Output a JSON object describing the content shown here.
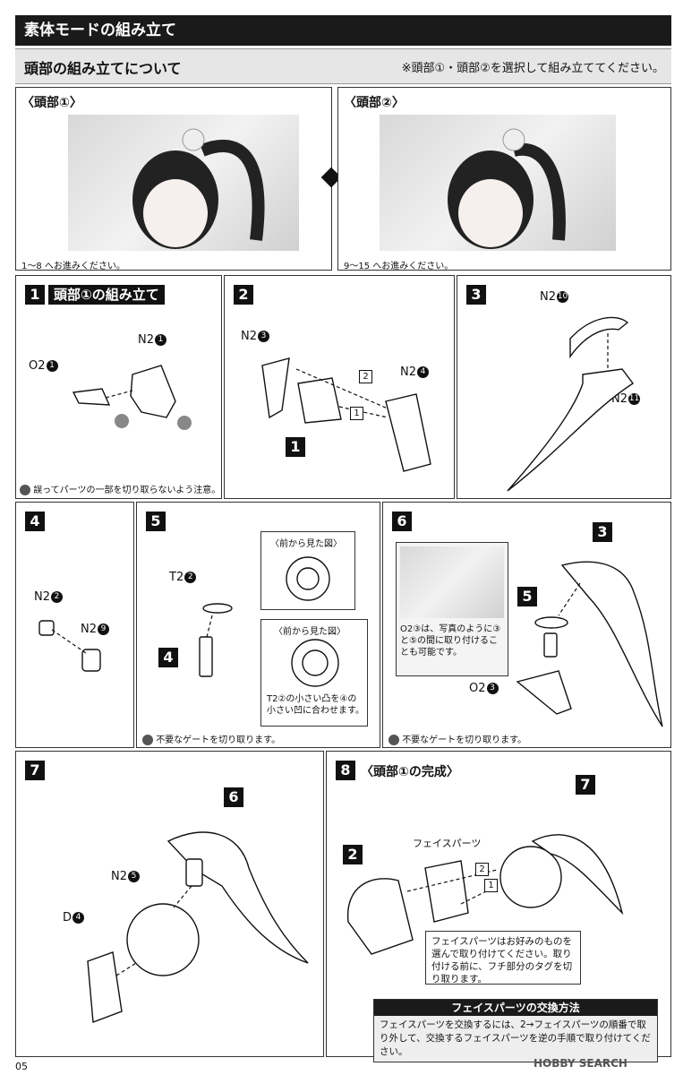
{
  "header": {
    "title": "素体モードの組み立て",
    "subtitle": "頭部の組み立てについて",
    "note": "※頭部①・頭部②を選択して組み立ててください。"
  },
  "options": [
    {
      "label": "〈頭部①〉",
      "caption": "1～8 へお進みください。"
    },
    {
      "label": "〈頭部②〉",
      "caption": "9～15 へお進みください。"
    }
  ],
  "steps": {
    "s1": {
      "num": "1",
      "title": "頭部①の組み立て",
      "parts": [
        "N2",
        "O2"
      ],
      "warning": "誤ってパーツの一部を切り取らないよう注意。"
    },
    "s2": {
      "num": "2",
      "parts": [
        "N2",
        "N2"
      ],
      "order": [
        "2",
        "1"
      ],
      "callout": "1"
    },
    "s3": {
      "num": "3",
      "parts": [
        "N2",
        "N2"
      ]
    },
    "s4": {
      "num": "4",
      "parts": [
        "N2",
        "N2"
      ]
    },
    "s5": {
      "num": "5",
      "parts": [
        "T2"
      ],
      "callout": "4",
      "view_label": "〈前から見た図〉",
      "note": "T2②の小さい凸を④の小さい凹に合わせます。",
      "gate_note": "不要なゲートを切り取ります。"
    },
    "s6": {
      "num": "6",
      "parts": [
        "O2"
      ],
      "callouts": [
        "3",
        "5"
      ],
      "photo_note": "O2③は、写真のように③と⑤の間に取り付けることも可能です。",
      "gate_note": "不要なゲートを切り取ります。"
    },
    "s7": {
      "num": "7",
      "parts": [
        "N2",
        "D"
      ],
      "callout": "6"
    },
    "s8": {
      "num": "8",
      "title": "〈頭部①の完成〉",
      "callouts": [
        "2",
        "7"
      ],
      "order": [
        "2",
        "1"
      ],
      "face_label": "フェイスパーツ",
      "face_note": "フェイスパーツはお好みのものを選んで取り付けてください。取り付ける前に、フチ部分のタグを切り取ります。"
    }
  },
  "face_swap": {
    "title": "フェイスパーツの交換方法",
    "body": "フェイスパーツを交換するには、2→フェイスパーツの順番で取り外して、交換するフェイスパーツを逆の手順で取り付けてください。"
  },
  "page_number": "05",
  "watermark": "HOBBY SEARCH"
}
